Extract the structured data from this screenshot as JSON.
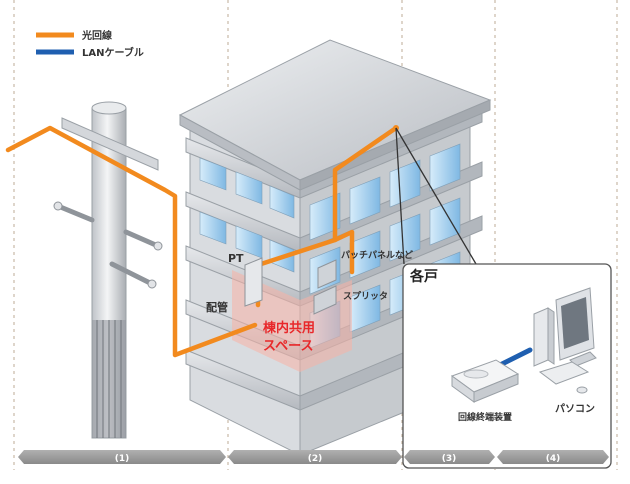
{
  "legend": {
    "items": [
      {
        "label": "光回線",
        "color": "#f28a1e"
      },
      {
        "label": "LANケーブル",
        "color": "#1f5fb0"
      }
    ]
  },
  "labels": {
    "pt": "PT",
    "haikan": "配管",
    "patch_panel": "パッチパネルなど",
    "splitter": "スプリッタ",
    "shared_space_line1": "棟内共用",
    "shared_space_line2": "スペース",
    "kakko": "各戸",
    "onu": "回線終端装置",
    "pc": "パソコン"
  },
  "sections": [
    "(1)",
    "(2)",
    "(3)",
    "(4)"
  ],
  "colors": {
    "fiber": "#f28a1e",
    "lan": "#1f5fb0",
    "highlight_text": "#e8282a",
    "bar": "#9a9a9a"
  }
}
